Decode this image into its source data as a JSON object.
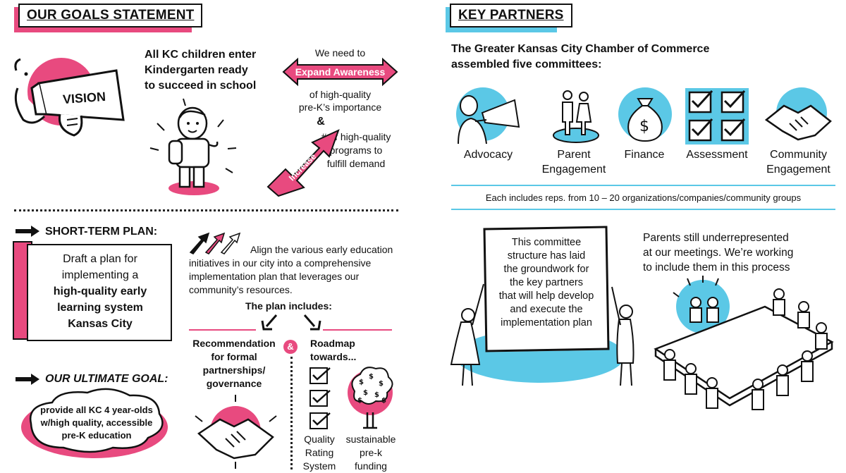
{
  "left": {
    "title": "OUR GOALS STATEMENT",
    "vision_label": "VISION",
    "vision_text": [
      "All KC children enter",
      "Kindergarten ready",
      "to succeed in school"
    ],
    "need_to": "We need to",
    "expand_awareness": "Expand Awareness",
    "awareness_of": [
      "of high-quality",
      "pre-K’s importance"
    ],
    "ampersand": "&",
    "programs": [
      "# of high-quality",
      "programs to",
      "fulfill demand"
    ],
    "increase": "Increase",
    "short_term_title": "SHORT-TERM PLAN:",
    "scroll_text_1": "Draft a plan for",
    "scroll_text_2": "implementing a",
    "scroll_text_3": "high-quality early",
    "scroll_text_4": "learning system",
    "scroll_text_5": "Kansas City",
    "align_text": [
      "Align the various early education",
      "initiatives in our city into a comprehensive",
      "implementation plan that leverages our",
      "community’s resources."
    ],
    "plan_includes": "The plan includes:",
    "recommendation": [
      "Recommendation",
      "for formal",
      "partnerships/",
      "governance"
    ],
    "roadmap": [
      "Roadmap",
      "towards..."
    ],
    "amp_small": "&",
    "qrs": [
      "Quality",
      "Rating",
      "System"
    ],
    "funding": [
      "sustainable",
      "pre-k",
      "funding"
    ],
    "ultimate_title": "OUR ULTIMATE GOAL:",
    "ultimate_text": [
      "provide all KC 4 year-olds",
      "w/high quality, accessible",
      "pre-K education"
    ]
  },
  "right": {
    "title": "KEY PARTNERS",
    "chamber": [
      "The Greater Kansas City Chamber of Commerce",
      "assembled five committees:"
    ],
    "committees": [
      {
        "label": [
          "Advocacy"
        ],
        "icon": "megaphone-person-icon"
      },
      {
        "label": [
          "Parent",
          "Engagement"
        ],
        "icon": "parents-icon"
      },
      {
        "label": [
          "Finance"
        ],
        "icon": "money-bag-icon"
      },
      {
        "label": [
          "Assessment"
        ],
        "icon": "checkbox-grid-icon"
      },
      {
        "label": [
          "Community",
          "Engagement"
        ],
        "icon": "handshake-icon"
      }
    ],
    "reps": "Each includes reps. from 10 – 20 organizations/companies/community groups",
    "board_text": [
      "This committee",
      "structure has laid",
      "the groundwork for",
      "the key partners",
      "that will help develop",
      "and execute the",
      "implementation plan"
    ],
    "parents_text": [
      "Parents still underrepresented",
      "at our meetings. We’re working",
      "to include them in this process"
    ]
  },
  "colors": {
    "pink": "#e84a7f",
    "cyan": "#5bc8e6",
    "ink": "#111111"
  }
}
